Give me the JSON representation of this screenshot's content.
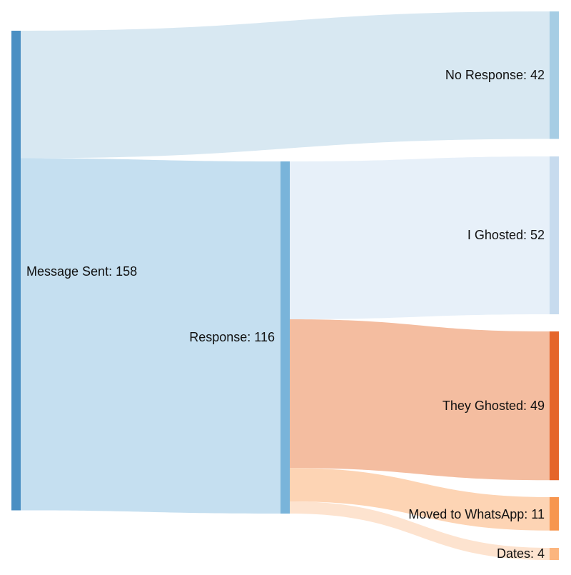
{
  "chart_data": {
    "type": "sankey",
    "nodes": [
      {
        "id": "sent",
        "name": "Message Sent",
        "value": 158,
        "label": "Message Sent: 158",
        "color": "#4a8fc3"
      },
      {
        "id": "resp",
        "name": "Response",
        "value": 116,
        "label": "Response: 116",
        "color": "#79b4da"
      },
      {
        "id": "nores",
        "name": "No Response",
        "value": 42,
        "label": "No Response: 42",
        "color": "#a6cde4"
      },
      {
        "id": "ighost",
        "name": "I Ghosted",
        "value": 52,
        "label": "I Ghosted: 52",
        "color": "#c7dbee"
      },
      {
        "id": "tghost",
        "name": "They Ghosted",
        "value": 49,
        "label": "They Ghosted: 49",
        "color": "#e5652a"
      },
      {
        "id": "whatsapp",
        "name": "Moved to WhatsApp",
        "value": 11,
        "label": "Moved to WhatsApp: 11",
        "color": "#f7964f"
      },
      {
        "id": "dates",
        "name": "Dates",
        "value": 4,
        "label": "Dates: 4",
        "color": "#fcb57e"
      }
    ],
    "links": [
      {
        "source": "sent",
        "target": "nores",
        "value": 42,
        "color": "#d8e8f2"
      },
      {
        "source": "sent",
        "target": "resp",
        "value": 116,
        "color": "#c5dff0"
      },
      {
        "source": "resp",
        "target": "ighost",
        "value": 52,
        "color": "#e7f0f9"
      },
      {
        "source": "resp",
        "target": "tghost",
        "value": 49,
        "color": "#f4bda0"
      },
      {
        "source": "resp",
        "target": "whatsapp",
        "value": 11,
        "color": "#fdd4b4"
      },
      {
        "source": "resp",
        "target": "dates",
        "value": 4,
        "color": "#fde3cf"
      }
    ]
  }
}
